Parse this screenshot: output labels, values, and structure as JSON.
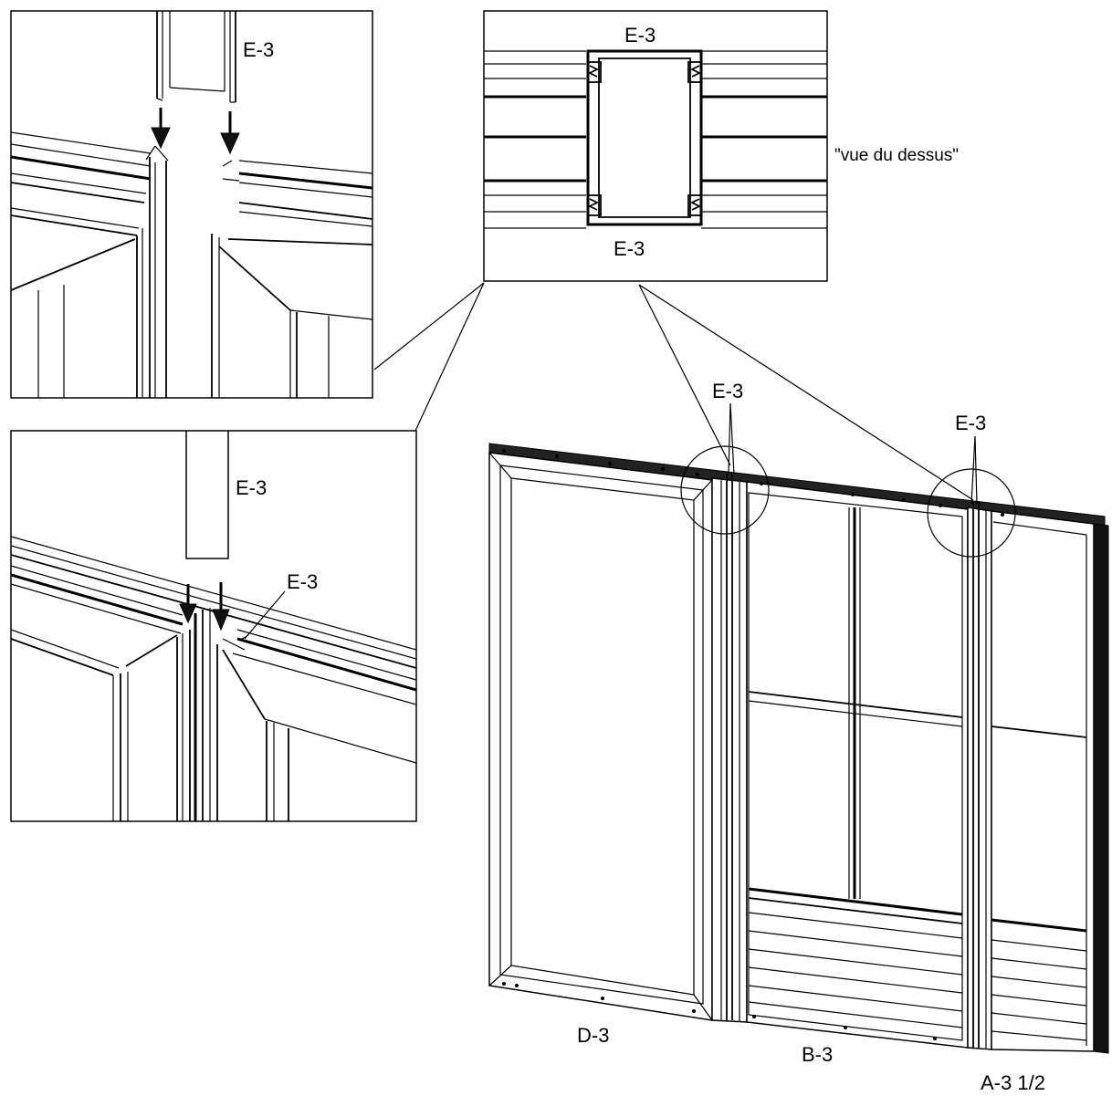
{
  "labels": {
    "part_e": "E-3",
    "part_d": "D-3",
    "part_b": "B-3",
    "part_a": "A-3 1/2",
    "top_view": "\"vue du dessus\""
  }
}
